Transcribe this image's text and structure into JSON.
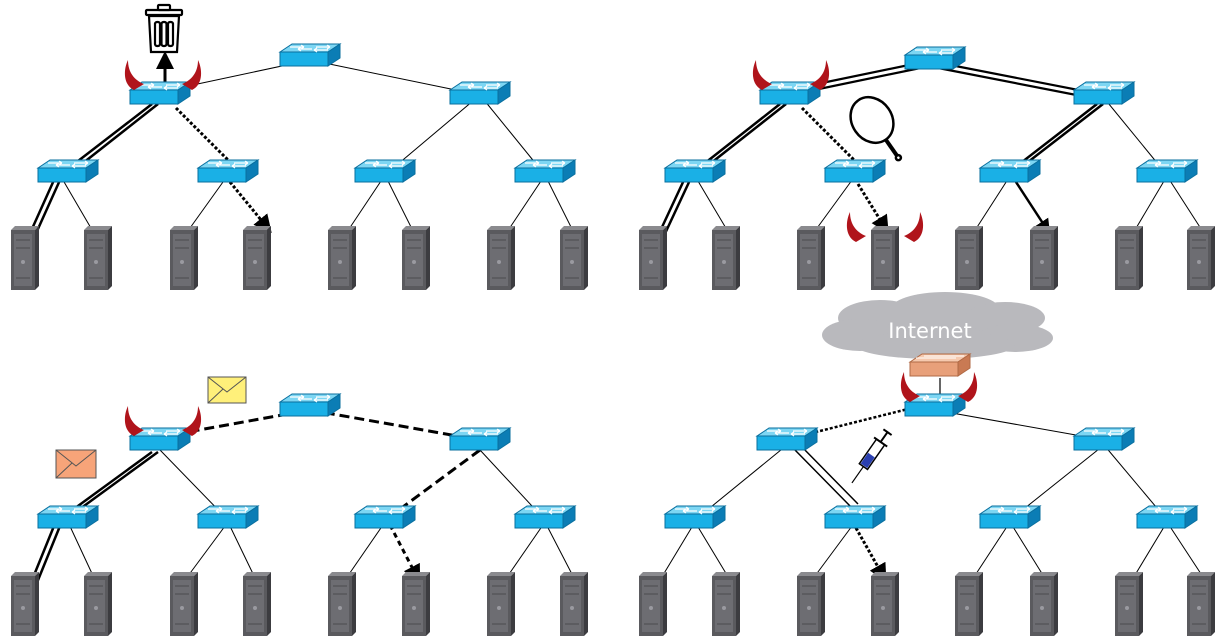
{
  "diagram": {
    "panels": [
      {
        "id": "drop",
        "attack_icon": "trash-icon"
      },
      {
        "id": "eavesdrop",
        "attack_icon": "magnifier-icon"
      },
      {
        "id": "forward",
        "attack_icon": "envelope-icon"
      },
      {
        "id": "inject",
        "attack_icon": "syringe-icon"
      }
    ],
    "internet_label": "Internet",
    "colors": {
      "switch_top": "#1ab0e6",
      "switch_side": "#0b7db5",
      "server": "#5a5a5e",
      "horn": "#b0141b",
      "firewall": "#e8a07a",
      "cloud": "#b9b9bd",
      "envelope_yellow": "#fff07a",
      "envelope_orange": "#f7a479"
    },
    "icons": [
      "switch-icon",
      "server-icon",
      "devil-horns-icon",
      "firewall-icon",
      "cloud-icon"
    ]
  }
}
